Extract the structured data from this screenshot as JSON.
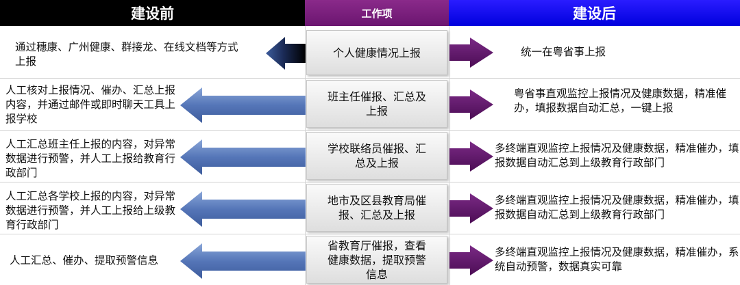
{
  "headers": {
    "before": "建设前",
    "item": "工作项",
    "after": "建设后"
  },
  "rows": [
    {
      "item": "个人健康情况上报",
      "before": "通过穗康、广州健康、群接龙、在线文档等方式上报",
      "after": "统一在粤省事上报"
    },
    {
      "item": "班主任催报、汇总及上报",
      "before": "人工核对上报情况、催办、汇总上报内容，并通过邮件或即时聊天工具上报学校",
      "after": "粤省事直观监控上报情况及健康数据，精准催办，填报数据自动汇总，一键上报"
    },
    {
      "item": "学校联络员催报、汇总及上报",
      "before": "人工汇总班主任上报的内容，对异常数据进行预警，并人工上报给教育行政部门",
      "after": "多终端直观监控上报情况及健康数据，精准催办，填报数据自动汇总到上级教育行政部门"
    },
    {
      "item": "地市及区县教育局催报、汇总及上报",
      "before": "人工汇总各学校上报的内容，对异常数据进行预警，并人工上报给上级教育行政部门",
      "after": "多终端直观监控上报情况及健康数据，精准催办，填报数据自动汇总到上级教育行政部门"
    },
    {
      "item": "省教育厅催报，查看健康数据，提取预警信息",
      "before": "人工汇总、催办、提取预警信息",
      "after": "多终端直观监控上报情况及健康数据，精准催办，系统自动预警，数据真实可靠"
    }
  ],
  "colors": {
    "before_arrow": "#5b7fbf",
    "after_arrow": "#5e1566",
    "before_header": "#000000",
    "item_header": "#7a1f7d",
    "after_header": "#1a10f0"
  }
}
